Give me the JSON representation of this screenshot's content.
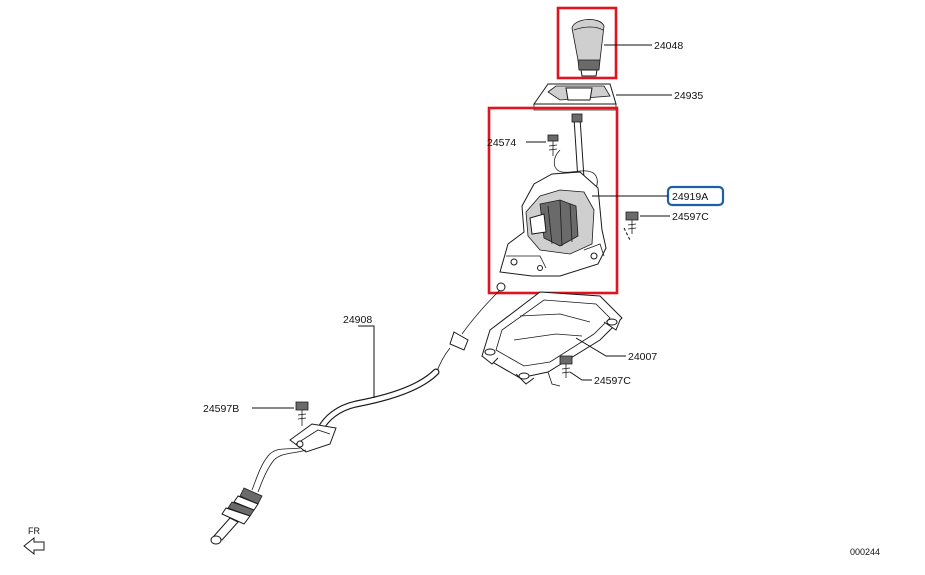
{
  "parts": {
    "knob": "24048",
    "indicator_panel": "24935",
    "screw": "24574",
    "shift_lever_assy": "24919A",
    "bolt_right_upper": "24597C",
    "bracket": "24007",
    "bolt_right_lower": "24597C",
    "shift_cable": "24908",
    "bolt_left": "24597B"
  },
  "direction_marker": "FR",
  "diagram_code": "000244",
  "colors": {
    "highlight_red": "#e0141e",
    "highlight_blue": "#1f5fa8",
    "ink": "#1a1a1a"
  }
}
